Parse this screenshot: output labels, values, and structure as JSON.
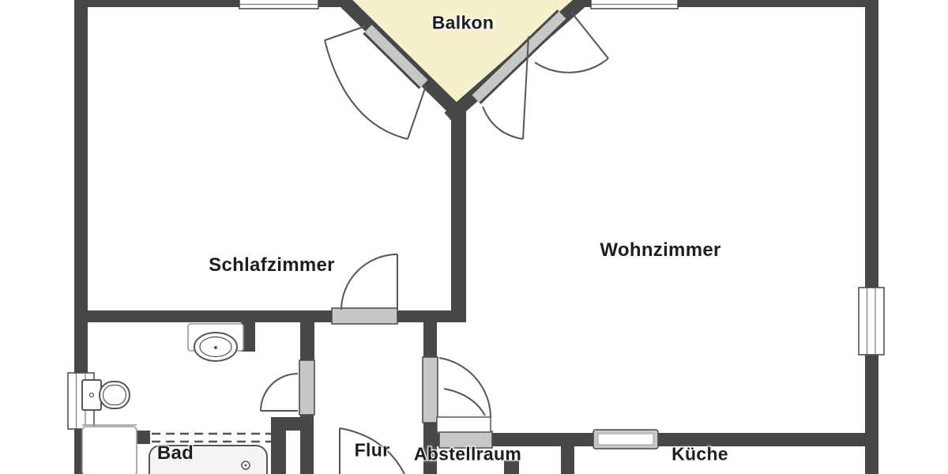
{
  "plan": {
    "rooms": {
      "balkon": {
        "label": "Balkon"
      },
      "schlafzimmer": {
        "label": "Schlafzimmer"
      },
      "wohnzimmer": {
        "label": "Wohnzimmer"
      },
      "bad": {
        "label": "Bad"
      },
      "flur": {
        "label": "Flur"
      },
      "abstellraum": {
        "label": "Abstellraum"
      },
      "kueche": {
        "label": "Küche"
      }
    },
    "fixtures": [
      "toilet",
      "washbasin",
      "bathtub",
      "shower",
      "dashed-partition"
    ],
    "openings": {
      "windows": [
        "top-left",
        "top-right",
        "right-wall",
        "left-wall"
      ],
      "doors": [
        "balcony-left",
        "balcony-right",
        "schlafzimmer",
        "bad",
        "flur-wohnzimmer",
        "flur-entrance",
        "abstellraum",
        "kueche"
      ]
    }
  },
  "colors": {
    "wall": "#474747",
    "door_panel": "#c7c7c7",
    "balcony_fill": "#f7f0cd",
    "background": "#ffffff",
    "text": "#1e1e1e",
    "fixture_outline": "#555555"
  }
}
